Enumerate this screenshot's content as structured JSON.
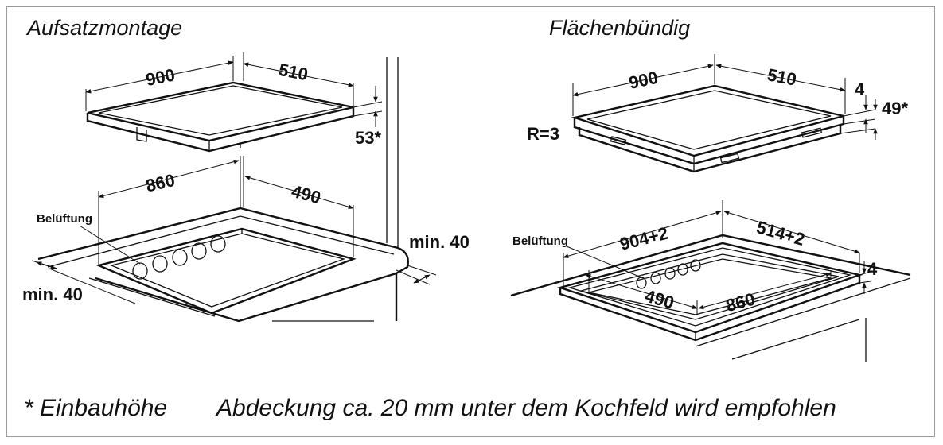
{
  "left": {
    "title": "Aufsatzmontage",
    "hob_width": "900",
    "hob_depth": "510",
    "height": "53*",
    "cutout_width": "860",
    "cutout_depth": "490",
    "vent_label": "Belüftung",
    "min_right": "min. 40",
    "min_left": "min. 40"
  },
  "right": {
    "title": "Flächenbündig",
    "hob_width": "900",
    "hob_depth": "510",
    "radius": "R=3",
    "frame_height": "4",
    "height": "49*",
    "cutout_width": "904+2",
    "cutout_depth": "514+2",
    "vent_label": "Belüftung",
    "step": "4",
    "inner_depth": "490",
    "inner_width": "860"
  },
  "footer": {
    "note": "* Einbauhöhe",
    "recommendation": "Abdeckung ca. 20 mm unter dem Kochfeld wird empfohlen"
  }
}
